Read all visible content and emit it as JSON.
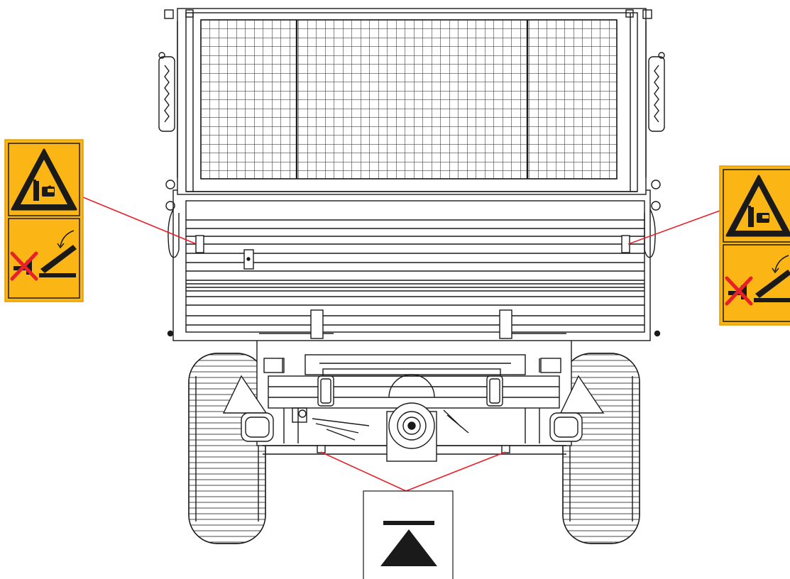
{
  "colors": {
    "background": "#ffffff",
    "line_art": "#1a1a1a",
    "leader_line": "#e8202a",
    "label_yellow": "#fbb616",
    "label_border": "#e39a00",
    "pictogram_black": "#1a1a1a",
    "prohibition_red": "#e8202a",
    "support_label_bg": "#ffffff"
  },
  "labels": [
    {
      "id": "left-crush-warning",
      "type": "hand-crush-hazard",
      "icons": [
        "warning-triangle-icon",
        "hand-crush-icon",
        "no-hand-icon",
        "falling-flap-icon"
      ]
    },
    {
      "id": "right-crush-warning",
      "type": "hand-crush-hazard",
      "icons": [
        "warning-triangle-icon",
        "hand-crush-icon",
        "no-hand-icon",
        "falling-flap-icon"
      ]
    },
    {
      "id": "lifting-point-marker",
      "type": "jack-support-point",
      "icons": [
        "support-point-icon"
      ]
    }
  ]
}
